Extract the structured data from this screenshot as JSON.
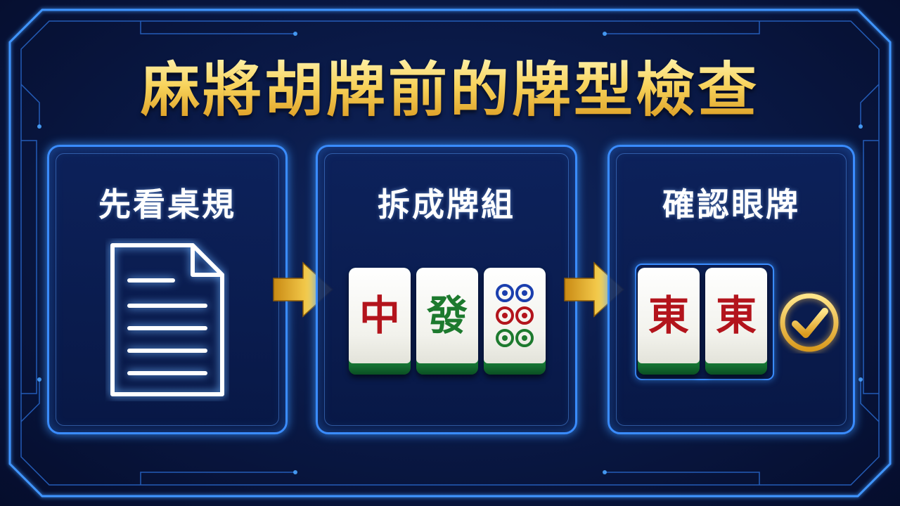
{
  "title": "麻將胡牌前的牌型檢查",
  "steps": [
    {
      "label": "先看桌規",
      "icon": "document-icon"
    },
    {
      "label": "拆成牌組",
      "tiles": [
        "中",
        "發",
        "pin-6"
      ]
    },
    {
      "label": "確認眼牌",
      "tiles": [
        "東",
        "東"
      ],
      "icon": "check-circle-icon"
    }
  ],
  "colors": {
    "background": "#0a1a48",
    "accent": "#3a8cff",
    "title_gold": "#f3c64a",
    "tile_red": "#b3141c",
    "tile_green": "#1d7a2e",
    "tile_blue": "#1b3fae"
  }
}
